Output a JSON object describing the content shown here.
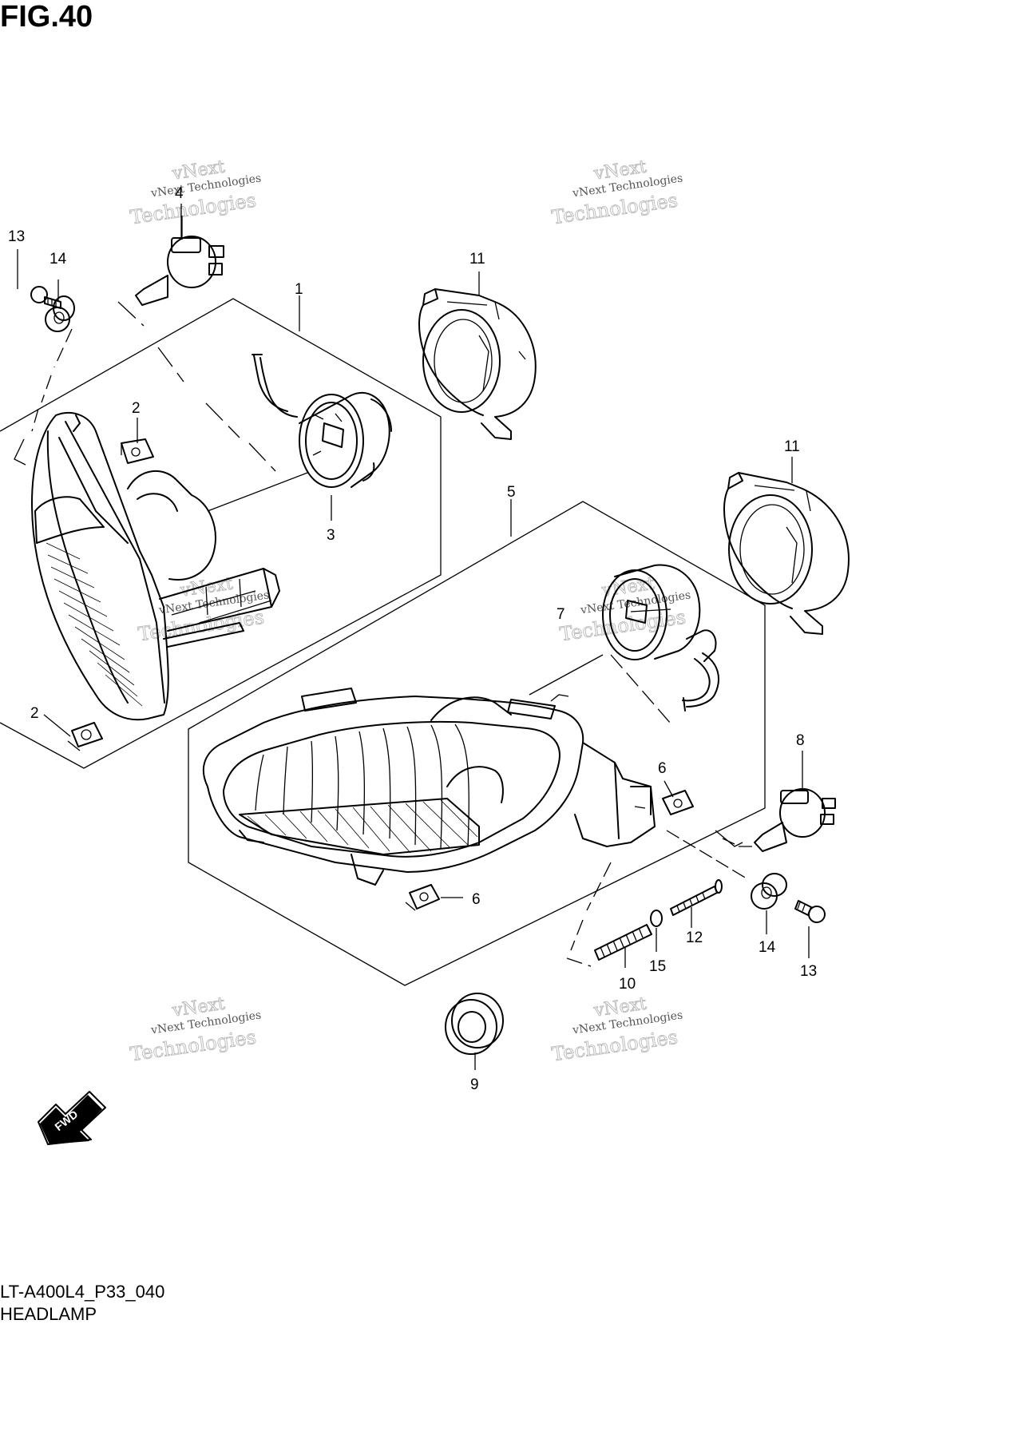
{
  "figure": {
    "title": "FIG.40"
  },
  "caption": {
    "code": "LT-A400L4_P33_040",
    "name": "HEADLAMP"
  },
  "callouts": {
    "c1": "1",
    "c2a": "2",
    "c2b": "2",
    "c3": "3",
    "c4": "4",
    "c5": "5",
    "c6a": "6",
    "c6b": "6",
    "c7": "7",
    "c8": "8",
    "c9": "9",
    "c10": "10",
    "c11a": "11",
    "c11b": "11",
    "c12": "12",
    "c13a": "13",
    "c13b": "13",
    "c14a": "14",
    "c14b": "14",
    "c15": "15"
  },
  "watermark": {
    "line1": "vNext Technologies",
    "line2": "Technologies",
    "line3": "vNext"
  },
  "fwd_badge": {
    "text": "FWD"
  }
}
